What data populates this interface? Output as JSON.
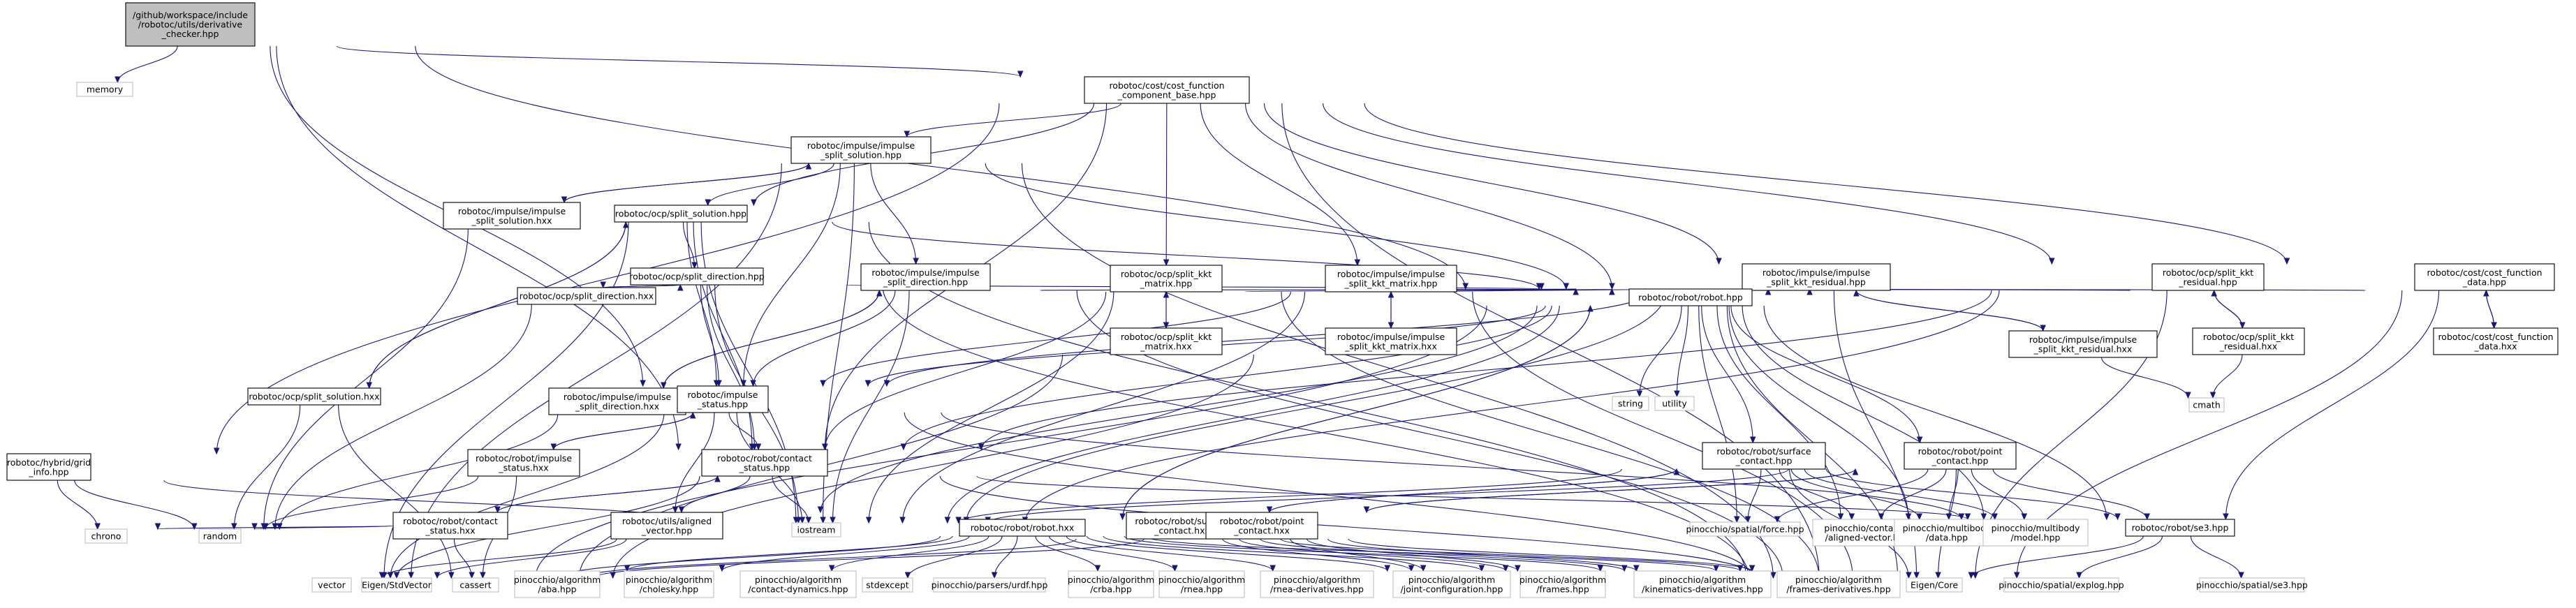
{
  "nodes": [
    {
      "id": "root",
      "lines": [
        "/github/workspace/include",
        "/robotoc/utils/derivative",
        "_checker.hpp"
      ],
      "style": "root"
    },
    {
      "id": "memory",
      "lines": [
        "memory"
      ],
      "style": "ext"
    },
    {
      "id": "costbase",
      "lines": [
        "robotoc/cost/cost_function",
        "_component_base.hpp"
      ],
      "style": "int"
    },
    {
      "id": "imp_sol",
      "lines": [
        "robotoc/impulse/impulse",
        "_split_solution.hpp"
      ],
      "style": "int"
    },
    {
      "id": "imp_sol_hxx",
      "lines": [
        "robotoc/impulse/impulse",
        "_split_solution.hxx"
      ],
      "style": "int"
    },
    {
      "id": "ocp_sol",
      "lines": [
        "robotoc/ocp/split_solution.hpp"
      ],
      "style": "int"
    },
    {
      "id": "ocp_dir",
      "lines": [
        "robotoc/ocp/split_direction.hpp"
      ],
      "style": "int"
    },
    {
      "id": "ocp_dir_hxx",
      "lines": [
        "robotoc/ocp/split_direction.hxx"
      ],
      "style": "int"
    },
    {
      "id": "imp_dir",
      "lines": [
        "robotoc/impulse/impulse",
        "_split_direction.hpp"
      ],
      "style": "int"
    },
    {
      "id": "imp_dir_hxx",
      "lines": [
        "robotoc/impulse/impulse",
        "_split_direction.hxx"
      ],
      "style": "int"
    },
    {
      "id": "ocp_sol_hxx",
      "lines": [
        "robotoc/ocp/split_solution.hxx"
      ],
      "style": "int"
    },
    {
      "id": "ocp_kkt_mat",
      "lines": [
        "robotoc/ocp/split_kkt",
        "_matrix.hpp"
      ],
      "style": "int"
    },
    {
      "id": "ocp_kkt_mat_hxx",
      "lines": [
        "robotoc/ocp/split_kkt",
        "_matrix.hxx"
      ],
      "style": "int"
    },
    {
      "id": "imp_kkt_mat",
      "lines": [
        "robotoc/impulse/impulse",
        "_split_kkt_matrix.hpp"
      ],
      "style": "int"
    },
    {
      "id": "imp_kkt_mat_hxx",
      "lines": [
        "robotoc/impulse/impulse",
        "_split_kkt_matrix.hxx"
      ],
      "style": "int"
    },
    {
      "id": "imp_kkt_res",
      "lines": [
        "robotoc/impulse/impulse",
        "_split_kkt_residual.hpp"
      ],
      "style": "int"
    },
    {
      "id": "imp_kkt_res_hxx",
      "lines": [
        "robotoc/impulse/impulse",
        "_split_kkt_residual.hxx"
      ],
      "style": "int"
    },
    {
      "id": "ocp_kkt_res",
      "lines": [
        "robotoc/ocp/split_kkt",
        "_residual.hpp"
      ],
      "style": "int"
    },
    {
      "id": "ocp_kkt_res_hxx",
      "lines": [
        "robotoc/ocp/split_kkt",
        "_residual.hxx"
      ],
      "style": "int"
    },
    {
      "id": "cost_data",
      "lines": [
        "robotoc/cost/cost_function",
        "_data.hpp"
      ],
      "style": "int"
    },
    {
      "id": "cost_data_hxx",
      "lines": [
        "robotoc/cost/cost_function",
        "_data.hxx"
      ],
      "style": "int"
    },
    {
      "id": "robot",
      "lines": [
        "robotoc/robot/robot.hpp"
      ],
      "style": "int"
    },
    {
      "id": "string",
      "lines": [
        "string"
      ],
      "style": "ext"
    },
    {
      "id": "utility",
      "lines": [
        "utility"
      ],
      "style": "ext"
    },
    {
      "id": "cmath",
      "lines": [
        "cmath"
      ],
      "style": "ext"
    },
    {
      "id": "imp_status",
      "lines": [
        "robotoc/impulse",
        "_status.hpp"
      ],
      "style": "int"
    },
    {
      "id": "imp_status_hxx",
      "lines": [
        "robotoc/robot/impulse",
        "_status.hxx"
      ],
      "style": "int"
    },
    {
      "id": "grid",
      "lines": [
        "robotoc/hybrid/grid",
        "_info.hpp"
      ],
      "style": "int"
    },
    {
      "id": "chrono",
      "lines": [
        "chrono"
      ],
      "style": "ext"
    },
    {
      "id": "random",
      "lines": [
        "random"
      ],
      "style": "ext"
    },
    {
      "id": "contact_status",
      "lines": [
        "robotoc/robot/contact",
        "_status.hpp"
      ],
      "style": "int"
    },
    {
      "id": "contact_status_hxx",
      "lines": [
        "robotoc/robot/contact",
        "_status.hxx"
      ],
      "style": "int"
    },
    {
      "id": "aligned_vector",
      "lines": [
        "robotoc/utils/aligned",
        "_vector.hpp"
      ],
      "style": "int"
    },
    {
      "id": "iostream",
      "lines": [
        "iostream"
      ],
      "style": "ext"
    },
    {
      "id": "vector",
      "lines": [
        "vector"
      ],
      "style": "ext"
    },
    {
      "id": "eigen_stdvec",
      "lines": [
        "Eigen/StdVector"
      ],
      "style": "ext"
    },
    {
      "id": "cassert",
      "lines": [
        "cassert"
      ],
      "style": "ext"
    },
    {
      "id": "robot_hxx",
      "lines": [
        "robotoc/robot/robot.hxx"
      ],
      "style": "int"
    },
    {
      "id": "surface",
      "lines": [
        "robotoc/robot/surface",
        "_contact.hpp"
      ],
      "style": "int"
    },
    {
      "id": "surface_hxx",
      "lines": [
        "robotoc/robot/surface",
        "_contact.hxx"
      ],
      "style": "int"
    },
    {
      "id": "point",
      "lines": [
        "robotoc/robot/point",
        "_contact.hpp"
      ],
      "style": "int"
    },
    {
      "id": "point_hxx",
      "lines": [
        "robotoc/robot/point",
        "_contact.hxx"
      ],
      "style": "int"
    },
    {
      "id": "se3",
      "lines": [
        "robotoc/robot/se3.hpp"
      ],
      "style": "int"
    },
    {
      "id": "pin_force",
      "lines": [
        "pinocchio/spatial/force.hpp"
      ],
      "style": "ext"
    },
    {
      "id": "pin_aligned",
      "lines": [
        "pinocchio/container",
        "/aligned-vector.hpp"
      ],
      "style": "ext"
    },
    {
      "id": "pin_data",
      "lines": [
        "pinocchio/multibody",
        "/data.hpp"
      ],
      "style": "ext"
    },
    {
      "id": "pin_model",
      "lines": [
        "pinocchio/multibody",
        "/model.hpp"
      ],
      "style": "ext"
    },
    {
      "id": "eigen_core",
      "lines": [
        "Eigen/Core"
      ],
      "style": "ext"
    },
    {
      "id": "pin_explog",
      "lines": [
        "pinocchio/spatial/explog.hpp"
      ],
      "style": "ext"
    },
    {
      "id": "pin_se3",
      "lines": [
        "pinocchio/spatial/se3.hpp"
      ],
      "style": "ext"
    },
    {
      "id": "pin_aba",
      "lines": [
        "pinocchio/algorithm",
        "/aba.hpp"
      ],
      "style": "ext"
    },
    {
      "id": "pin_cholesky",
      "lines": [
        "pinocchio/algorithm",
        "/cholesky.hpp"
      ],
      "style": "ext"
    },
    {
      "id": "pin_contact_dyn",
      "lines": [
        "pinocchio/algorithm",
        "/contact-dynamics.hpp"
      ],
      "style": "ext"
    },
    {
      "id": "stdexcept",
      "lines": [
        "stdexcept"
      ],
      "style": "ext"
    },
    {
      "id": "pin_urdf",
      "lines": [
        "pinocchio/parsers/urdf.hpp"
      ],
      "style": "ext"
    },
    {
      "id": "pin_crba",
      "lines": [
        "pinocchio/algorithm",
        "/crba.hpp"
      ],
      "style": "ext"
    },
    {
      "id": "pin_rnea",
      "lines": [
        "pinocchio/algorithm",
        "/rnea.hpp"
      ],
      "style": "ext"
    },
    {
      "id": "pin_rnea_der",
      "lines": [
        "pinocchio/algorithm",
        "/rnea-derivatives.hpp"
      ],
      "style": "ext"
    },
    {
      "id": "pin_joint_cfg",
      "lines": [
        "pinocchio/algorithm",
        "/joint-configuration.hpp"
      ],
      "style": "ext"
    },
    {
      "id": "pin_frames",
      "lines": [
        "pinocchio/algorithm",
        "/frames.hpp"
      ],
      "style": "ext"
    },
    {
      "id": "pin_kin_der",
      "lines": [
        "pinocchio/algorithm",
        "/kinematics-derivatives.hpp"
      ],
      "style": "ext"
    },
    {
      "id": "pin_frames_der",
      "lines": [
        "pinocchio/algorithm",
        "/frames-derivatives.hpp"
      ],
      "style": "ext"
    }
  ],
  "edges": [
    [
      "root",
      "memory"
    ],
    [
      "root",
      "costbase"
    ],
    [
      "root",
      "contact_status"
    ],
    [
      "root",
      "imp_status"
    ],
    [
      "root",
      "robot"
    ],
    [
      "costbase",
      "imp_sol"
    ],
    [
      "costbase",
      "ocp_sol"
    ],
    [
      "costbase",
      "ocp_kkt_mat"
    ],
    [
      "costbase",
      "imp_kkt_mat"
    ],
    [
      "costbase",
      "imp_kkt_res"
    ],
    [
      "costbase",
      "ocp_kkt_res"
    ],
    [
      "costbase",
      "cost_data"
    ],
    [
      "costbase",
      "robot"
    ],
    [
      "costbase",
      "grid"
    ],
    [
      "costbase",
      "contact_status"
    ],
    [
      "costbase",
      "eigen_core"
    ],
    [
      "imp_sol",
      "imp_sol_hxx"
    ],
    [
      "imp_sol",
      "ocp_sol"
    ],
    [
      "imp_sol",
      "imp_dir"
    ],
    [
      "imp_sol",
      "robot"
    ],
    [
      "imp_sol",
      "imp_status"
    ],
    [
      "imp_sol",
      "iostream"
    ],
    [
      "imp_sol",
      "eigen_core"
    ],
    [
      "imp_sol",
      "vector"
    ],
    [
      "imp_sol_hxx",
      "imp_sol"
    ],
    [
      "imp_sol_hxx",
      "random"
    ],
    [
      "ocp_sol",
      "ocp_dir"
    ],
    [
      "ocp_sol",
      "ocp_sol_hxx"
    ],
    [
      "ocp_sol",
      "robot"
    ],
    [
      "ocp_sol",
      "contact_status"
    ],
    [
      "ocp_sol",
      "imp_status"
    ],
    [
      "ocp_sol",
      "iostream"
    ],
    [
      "ocp_sol",
      "eigen_core"
    ],
    [
      "ocp_sol",
      "vector"
    ],
    [
      "ocp_dir",
      "ocp_dir_hxx"
    ],
    [
      "ocp_dir",
      "robot"
    ],
    [
      "ocp_dir",
      "imp_status"
    ],
    [
      "ocp_dir",
      "contact_status"
    ],
    [
      "ocp_dir",
      "iostream"
    ],
    [
      "ocp_dir",
      "eigen_core"
    ],
    [
      "ocp_dir_hxx",
      "ocp_dir"
    ],
    [
      "ocp_dir_hxx",
      "random"
    ],
    [
      "imp_dir",
      "imp_dir_hxx"
    ],
    [
      "imp_dir",
      "robot"
    ],
    [
      "imp_dir",
      "imp_status"
    ],
    [
      "imp_dir",
      "iostream"
    ],
    [
      "imp_dir",
      "eigen_core"
    ],
    [
      "imp_dir_hxx",
      "imp_dir"
    ],
    [
      "imp_dir_hxx",
      "random"
    ],
    [
      "ocp_sol_hxx",
      "ocp_sol"
    ],
    [
      "ocp_sol_hxx",
      "random"
    ],
    [
      "ocp_sol_hxx",
      "cassert"
    ],
    [
      "ocp_kkt_mat",
      "ocp_kkt_mat_hxx"
    ],
    [
      "ocp_kkt_mat",
      "robot"
    ],
    [
      "ocp_kkt_mat",
      "contact_status"
    ],
    [
      "ocp_kkt_mat",
      "iostream"
    ],
    [
      "ocp_kkt_mat",
      "eigen_core"
    ],
    [
      "ocp_kkt_mat_hxx",
      "ocp_kkt_mat"
    ],
    [
      "ocp_kkt_mat_hxx",
      "cassert"
    ],
    [
      "imp_kkt_mat",
      "imp_kkt_mat_hxx"
    ],
    [
      "imp_kkt_mat",
      "robot"
    ],
    [
      "imp_kkt_mat",
      "imp_status"
    ],
    [
      "imp_kkt_mat",
      "iostream"
    ],
    [
      "imp_kkt_mat",
      "eigen_core"
    ],
    [
      "imp_kkt_mat_hxx",
      "imp_kkt_mat"
    ],
    [
      "imp_kkt_mat_hxx",
      "cassert"
    ],
    [
      "imp_kkt_res",
      "imp_kkt_res_hxx"
    ],
    [
      "imp_kkt_res",
      "robot"
    ],
    [
      "imp_kkt_res",
      "imp_status"
    ],
    [
      "imp_kkt_res",
      "iostream"
    ],
    [
      "imp_kkt_res",
      "eigen_core"
    ],
    [
      "imp_kkt_res_hxx",
      "imp_kkt_res"
    ],
    [
      "imp_kkt_res_hxx",
      "cmath"
    ],
    [
      "ocp_kkt_res",
      "ocp_kkt_res_hxx"
    ],
    [
      "ocp_kkt_res",
      "robot"
    ],
    [
      "ocp_kkt_res",
      "contact_status"
    ],
    [
      "ocp_kkt_res",
      "iostream"
    ],
    [
      "ocp_kkt_res",
      "eigen_core"
    ],
    [
      "ocp_kkt_res_hxx",
      "ocp_kkt_res"
    ],
    [
      "ocp_kkt_res_hxx",
      "cmath"
    ],
    [
      "cost_data",
      "cost_data_hxx"
    ],
    [
      "cost_data",
      "robot"
    ],
    [
      "cost_data",
      "se3"
    ],
    [
      "cost_data",
      "eigen_core"
    ],
    [
      "cost_data_hxx",
      "cost_data"
    ],
    [
      "robot",
      "string"
    ],
    [
      "robot",
      "utility"
    ],
    [
      "robot",
      "imp_status"
    ],
    [
      "robot",
      "contact_status"
    ],
    [
      "robot",
      "aligned_vector"
    ],
    [
      "robot",
      "iostream"
    ],
    [
      "robot",
      "vector"
    ],
    [
      "robot",
      "robot_hxx"
    ],
    [
      "robot",
      "surface"
    ],
    [
      "robot",
      "point"
    ],
    [
      "robot",
      "se3"
    ],
    [
      "robot",
      "pin_force"
    ],
    [
      "robot",
      "pin_aligned"
    ],
    [
      "robot",
      "pin_data"
    ],
    [
      "robot",
      "pin_model"
    ],
    [
      "robot",
      "eigen_core"
    ],
    [
      "imp_status",
      "imp_status_hxx"
    ],
    [
      "imp_status",
      "contact_status"
    ],
    [
      "imp_status",
      "aligned_vector"
    ],
    [
      "imp_status",
      "se3"
    ],
    [
      "imp_status",
      "iostream"
    ],
    [
      "imp_status",
      "vector"
    ],
    [
      "imp_status",
      "eigen_core"
    ],
    [
      "imp_status_hxx",
      "imp_status"
    ],
    [
      "imp_status_hxx",
      "random"
    ],
    [
      "imp_status_hxx",
      "cassert"
    ],
    [
      "grid",
      "iostream"
    ],
    [
      "grid",
      "chrono"
    ],
    [
      "grid",
      "random"
    ],
    [
      "contact_status",
      "contact_status_hxx"
    ],
    [
      "contact_status",
      "aligned_vector"
    ],
    [
      "contact_status",
      "se3"
    ],
    [
      "contact_status",
      "iostream"
    ],
    [
      "contact_status",
      "vector"
    ],
    [
      "contact_status",
      "eigen_core"
    ],
    [
      "contact_status_hxx",
      "contact_status"
    ],
    [
      "contact_status_hxx",
      "random"
    ],
    [
      "contact_status_hxx",
      "cassert"
    ],
    [
      "contact_status_hxx",
      "chrono"
    ],
    [
      "aligned_vector",
      "vector"
    ],
    [
      "aligned_vector",
      "eigen_stdvec"
    ],
    [
      "robot_hxx",
      "robot"
    ],
    [
      "robot_hxx",
      "pin_aba"
    ],
    [
      "robot_hxx",
      "pin_cholesky"
    ],
    [
      "robot_hxx",
      "pin_contact_dyn"
    ],
    [
      "robot_hxx",
      "stdexcept"
    ],
    [
      "robot_hxx",
      "pin_urdf"
    ],
    [
      "robot_hxx",
      "pin_crba"
    ],
    [
      "robot_hxx",
      "pin_rnea"
    ],
    [
      "robot_hxx",
      "pin_rnea_der"
    ],
    [
      "robot_hxx",
      "pin_joint_cfg"
    ],
    [
      "robot_hxx",
      "pin_frames"
    ],
    [
      "robot_hxx",
      "pin_kin_der"
    ],
    [
      "robot_hxx",
      "pin_frames_der"
    ],
    [
      "robot_hxx",
      "cassert"
    ],
    [
      "surface",
      "surface_hxx"
    ],
    [
      "surface",
      "pin_force"
    ],
    [
      "surface",
      "pin_aligned"
    ],
    [
      "surface",
      "pin_data"
    ],
    [
      "surface",
      "pin_model"
    ],
    [
      "surface",
      "se3"
    ],
    [
      "surface",
      "iostream"
    ],
    [
      "surface",
      "eigen_core"
    ],
    [
      "surface_hxx",
      "surface"
    ],
    [
      "surface_hxx",
      "pin_joint_cfg"
    ],
    [
      "surface_hxx",
      "pin_frames"
    ],
    [
      "surface_hxx",
      "pin_kin_der"
    ],
    [
      "surface_hxx",
      "pin_frames_der"
    ],
    [
      "surface_hxx",
      "cassert"
    ],
    [
      "point",
      "point_hxx"
    ],
    [
      "point",
      "pin_force"
    ],
    [
      "point",
      "pin_aligned"
    ],
    [
      "point",
      "pin_data"
    ],
    [
      "point",
      "pin_model"
    ],
    [
      "point",
      "se3"
    ],
    [
      "point",
      "iostream"
    ],
    [
      "point",
      "eigen_core"
    ],
    [
      "point_hxx",
      "point"
    ],
    [
      "point_hxx",
      "pin_joint_cfg"
    ],
    [
      "point_hxx",
      "pin_frames"
    ],
    [
      "point_hxx",
      "pin_kin_der"
    ],
    [
      "point_hxx",
      "pin_frames_der"
    ],
    [
      "point_hxx",
      "cassert"
    ],
    [
      "se3",
      "eigen_core"
    ],
    [
      "se3",
      "pin_explog"
    ],
    [
      "se3",
      "pin_se3"
    ]
  ]
}
